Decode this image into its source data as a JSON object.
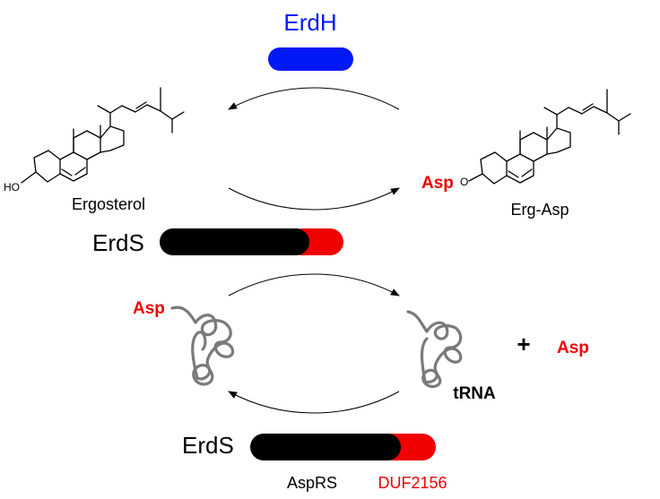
{
  "colors": {
    "erdh": "#0019f5",
    "highlight": "#f00000",
    "domain_main": "#000000",
    "trna": "#7a7a7a"
  },
  "enzymes": {
    "erdh": "ErdH",
    "erds_top": "ErdS",
    "erds_bottom": "ErdS"
  },
  "molecules": {
    "ergosterol": "Ergosterol",
    "ergosterol_ho": "HO",
    "erg_asp": "Erg-Asp",
    "erg_asp_group": "Asp",
    "erg_asp_o": "O"
  },
  "reaction": {
    "asp_on_trna": "Asp",
    "plus": "+",
    "free_asp": "Asp",
    "trna_label": "tRNA"
  },
  "domains": {
    "asprs": "AspRS",
    "duf": "DUF2156"
  }
}
